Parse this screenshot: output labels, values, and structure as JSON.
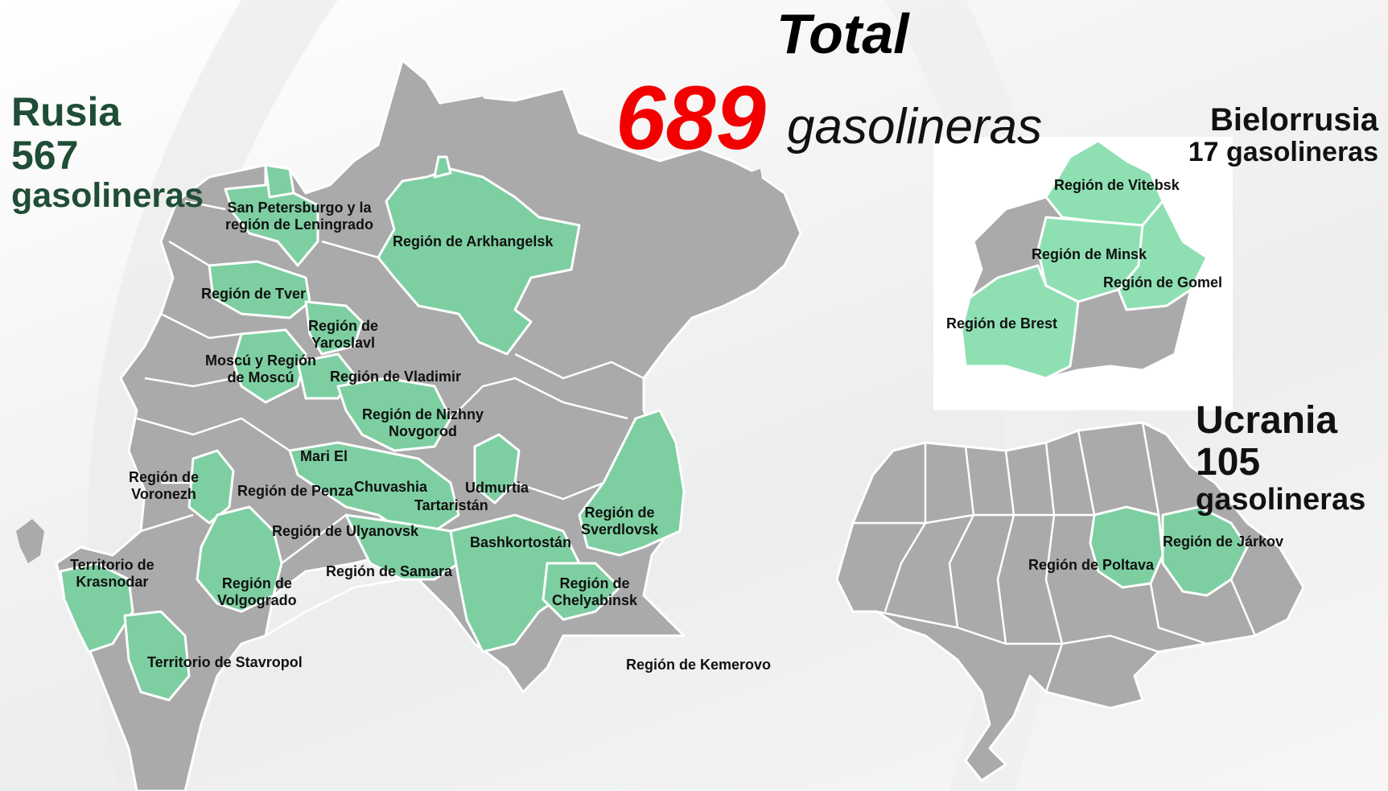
{
  "header": {
    "total_label": "Total",
    "total_number": "689",
    "total_unit": "gasolineras"
  },
  "countries": {
    "russia": {
      "name": "Rusia",
      "count": "567",
      "unit": "gasolineras"
    },
    "belarus": {
      "name": "Bielorrusia",
      "count_line": "17 gasolineras"
    },
    "ukraine": {
      "name": "Ucrania",
      "count": "105",
      "unit": "gasolineras"
    }
  },
  "colors": {
    "highlight": "#7dcfa1",
    "base_region": "#aaaaaa",
    "russia_title": "#1f4d36",
    "total_number": "#f20000"
  },
  "russia_regions": {
    "spb": [
      "San Petersburgo y la",
      "región de Leningrado"
    ],
    "arkhangelsk": "Región de Arkhangelsk",
    "tver": "Región de Tver",
    "yaroslavl": [
      "Región de",
      "Yaroslavl"
    ],
    "moscow": [
      "Moscú y  Región",
      "de Moscú"
    ],
    "vladimir": "Región de Vladimir",
    "nizhny": [
      "Región de Nizhny",
      "Novgorod"
    ],
    "mari": "Mari El",
    "voronezh": [
      "Región de",
      "Voronezh"
    ],
    "penza": "Región de Penza",
    "chuvashia": "Chuvashia",
    "udmurtia": "Udmurtia",
    "tatarstan": "Tartaristán",
    "sverdlovsk": [
      "Región de",
      "Sverdlovsk"
    ],
    "ulyanovsk": "Región de Ulyanovsk",
    "bashkortostan": "Bashkortostán",
    "krasnodar": [
      "Territorio de",
      "Krasnodar"
    ],
    "volgograd": [
      "Región de",
      "Volgogrado"
    ],
    "samara": "Región de Samara",
    "chelyabinsk": [
      "Región de",
      "Chelyabinsk"
    ],
    "stavropol": "Territorio de Stavropol",
    "kemerovo": "Región de Kemerovo"
  },
  "belarus_regions": {
    "vitebsk": "Región de Vitebsk",
    "minsk": "Región de Minsk",
    "gomel": "Región de Gomel",
    "brest": "Región de Brest"
  },
  "ukraine_regions": {
    "poltava": "Región de Poltava",
    "kharkov": "Región de Járkov"
  }
}
